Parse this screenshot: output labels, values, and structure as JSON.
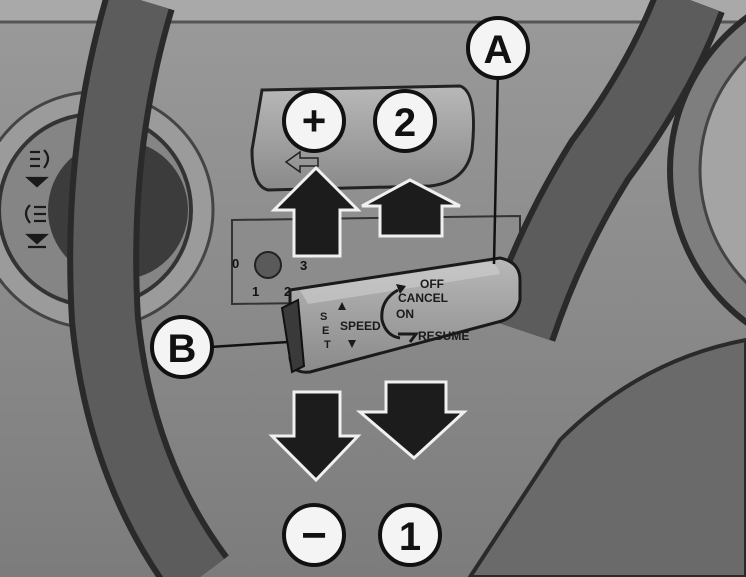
{
  "callouts": {
    "a": "A",
    "b": "B",
    "plus": "+",
    "two": "2",
    "minus": "−",
    "one": "1"
  },
  "light_switch": {
    "icons": [
      "front-fog-light-icon",
      "rear-fog-light-icon"
    ]
  },
  "wiper_switch": {
    "positions": [
      "0",
      "1",
      "2",
      "3"
    ]
  },
  "cruise_stalk": {
    "set_letters": [
      "S",
      "E",
      "T"
    ],
    "speed_label": "SPEED",
    "off_label": "OFF",
    "cancel_label": "CANCEL",
    "on_label": "ON",
    "resume_label": "RESUME"
  },
  "colors": {
    "background": "#8e8e8e",
    "wheel": "#5a5a5a",
    "arrow": "#1c1c1c",
    "callout_fill": "#f4f4f4"
  }
}
